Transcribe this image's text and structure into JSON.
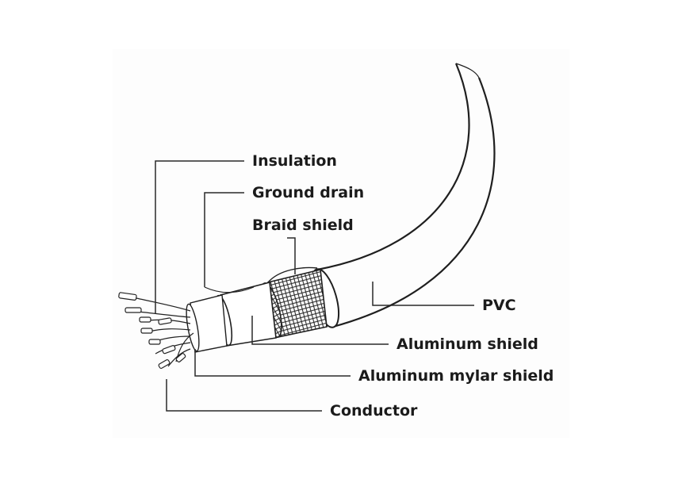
{
  "labels": {
    "insulation": "Insulation",
    "ground_drain": "Ground drain",
    "braid_shield": "Braid shield",
    "pvc": "PVC",
    "aluminum_shield": "Aluminum shield",
    "aluminum_mylar_shield": "Aluminum mylar shield",
    "conductor": "Conductor"
  },
  "colors": {
    "line": "#222222",
    "text": "#1b1b1b",
    "background": "#ffffff"
  }
}
